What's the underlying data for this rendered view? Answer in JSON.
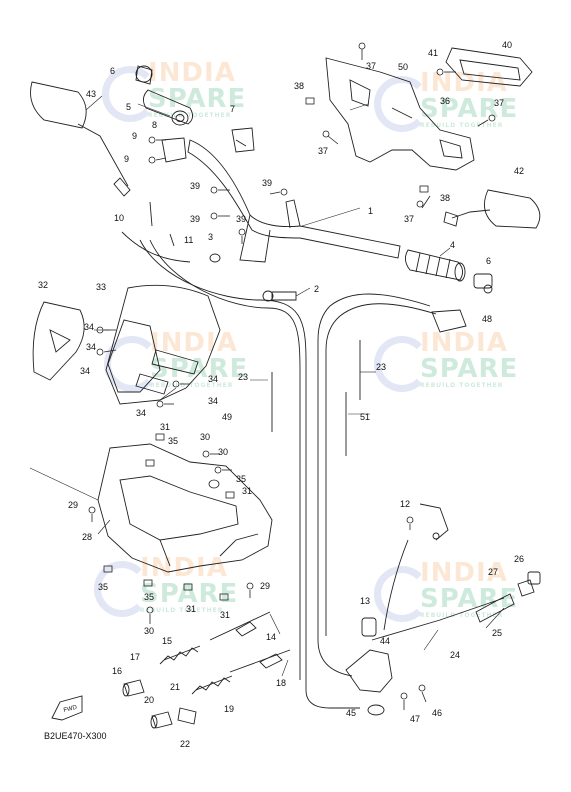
{
  "diagram_code": "B2UE470-X300",
  "fwd_label": "FWD",
  "watermark": {
    "line1": "INDIA",
    "line2": "SPARE",
    "line3": "REBUILD TOGETHER"
  },
  "callouts": {
    "n1": "1",
    "n2": "2",
    "n3": "3",
    "n4": "4",
    "n5": "5",
    "n6": "6",
    "n7": "7",
    "n8": "8",
    "n9": "9",
    "n10": "10",
    "n11": "11",
    "n12": "12",
    "n13": "13",
    "n14": "14",
    "n15": "15",
    "n16": "16",
    "n17": "17",
    "n18": "18",
    "n19": "19",
    "n20": "20",
    "n21": "21",
    "n22": "22",
    "n23": "23",
    "n24": "24",
    "n25": "25",
    "n26": "26",
    "n27": "27",
    "n28": "28",
    "n29": "29",
    "n30": "30",
    "n31": "31",
    "n32": "32",
    "n33": "33",
    "n34": "34",
    "n35": "35",
    "n36": "36",
    "n37": "37",
    "n38": "38",
    "n39": "39",
    "n40": "40",
    "n41": "41",
    "n42": "42",
    "n43": "43",
    "n44": "44",
    "n45": "45",
    "n46": "46",
    "n47": "47",
    "n48": "48",
    "n49": "49",
    "n50": "50",
    "n51": "51"
  }
}
